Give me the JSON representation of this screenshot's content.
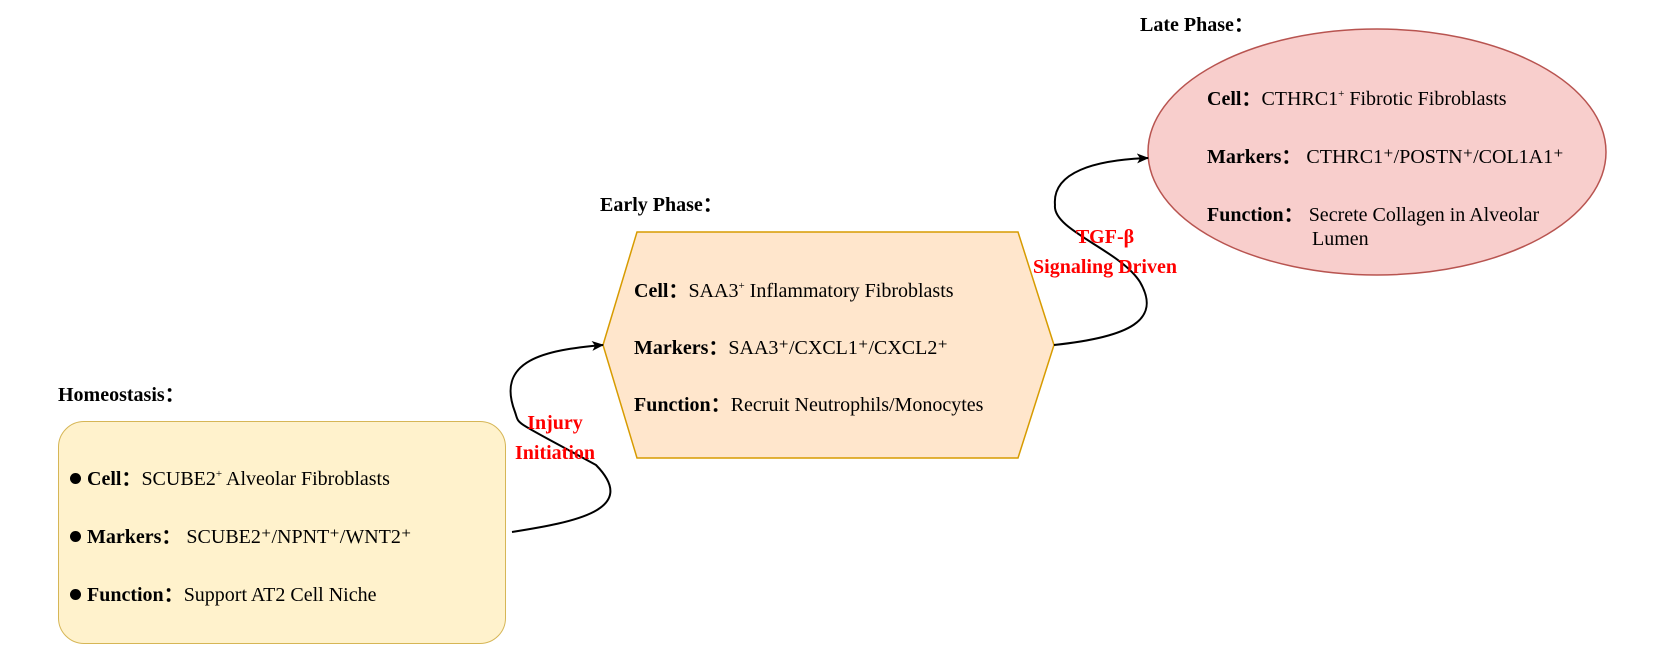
{
  "homeostasis": {
    "heading": "Homeostasis：",
    "cell_label": "Cell：",
    "cell_value": "SCUBE2",
    "cell_sup": "+",
    "cell_rest": " Alveolar Fibroblasts",
    "markers_label": "Markers：",
    "markers_value": "SCUBE2⁺/NPNT⁺/WNT2⁺",
    "function_label": "Function：",
    "function_value": "Support AT2 Cell Niche"
  },
  "early_phase": {
    "heading": "Early Phase：",
    "cell_label": "Cell：",
    "cell_value": "SAA3",
    "cell_sup": "+",
    "cell_rest": " Inflammatory Fibroblasts",
    "markers_label": "Markers：",
    "markers_value": "SAA3⁺/CXCL1⁺/CXCL2⁺",
    "function_label": "Function：",
    "function_value": "Recruit Neutrophils/Monocytes"
  },
  "late_phase": {
    "heading": "Late Phase：",
    "cell_label": "Cell：",
    "cell_value": "CTHRC1",
    "cell_sup": "+",
    "cell_rest": " Fibrotic Fibroblasts",
    "markers_label": "Markers：",
    "markers_value": "CTHRC1⁺/POSTN⁺/COL1A1⁺",
    "function_label": "Function：",
    "function_value_line1": "Secrete Collagen in Alveolar",
    "function_value_line2": "Lumen"
  },
  "transitions": {
    "injury_line1": "Injury",
    "injury_line2": "Initiation",
    "tgf_line1": "TGF-β",
    "tgf_line2": "Signaling Driven"
  },
  "colors": {
    "homeostasis_fill": "#fff2cc",
    "homeostasis_stroke": "#d6b656",
    "early_fill": "#ffe6cc",
    "early_stroke": "#d79b00",
    "late_fill": "#f8cecc",
    "late_stroke": "#b85450",
    "label_red": "#ff0000"
  }
}
